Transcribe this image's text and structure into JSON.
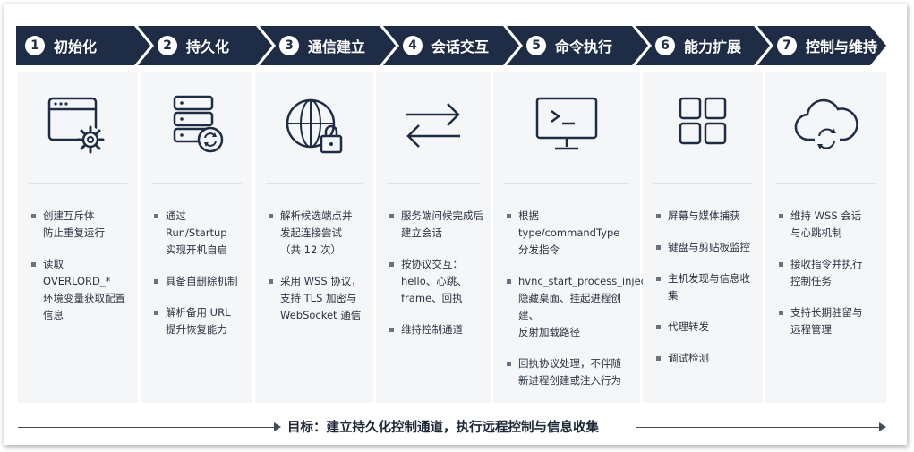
{
  "stages": [
    {
      "num": "1",
      "label": "初始化"
    },
    {
      "num": "2",
      "label": "持久化"
    },
    {
      "num": "3",
      "label": "通信建立"
    },
    {
      "num": "4",
      "label": "会话交互"
    },
    {
      "num": "5",
      "label": "命令执行"
    },
    {
      "num": "6",
      "label": "能力扩展"
    },
    {
      "num": "7",
      "label": "控制与维持"
    }
  ],
  "columns": [
    {
      "icon": "window-gear-icon",
      "bullets": [
        "创建互斥体\n防止重复运行",
        "读取 OVERLORD_*\n环境变量获取配置信息"
      ]
    },
    {
      "icon": "server-refresh-icon",
      "bullets": [
        "通过 Run/Startup\n实现开机自启",
        "具备自删除机制",
        "解析备用 URL\n提升恢复能力"
      ]
    },
    {
      "icon": "globe-lock-icon",
      "bullets": [
        "解析候选端点并\n发起连接尝试\n（共 12 次）",
        "采用 WSS 协议，\n支持 TLS 加密与\nWebSocket 通信"
      ]
    },
    {
      "icon": "exchange-arrows-icon",
      "bullets": [
        "服务端问候完成后\n建立会话",
        "按协议交互：\nhello、心跳、\nframe、回执",
        "维持控制通道"
      ]
    },
    {
      "icon": "terminal-monitor-icon",
      "bullets": [
        "根据 type/commandType\n分发指令",
        "hvnc_start_process_injected:\n隐藏桌面、挂起进程创建、\n反射加载路径",
        "回执协议处理，不伴随\n新进程创建或注入行为"
      ]
    },
    {
      "icon": "grid-modules-icon",
      "bullets": [
        "屏幕与媒体捕获",
        "键盘与剪贴板监控",
        "主机发现与信息收集",
        "代理转发",
        "调试检测"
      ]
    },
    {
      "icon": "cloud-sync-icon",
      "bullets": [
        "维持 WSS 会话\n与心跳机制",
        "接收指令并执行\n控制任务",
        "支持长期驻留与\n远程管理"
      ]
    }
  ],
  "goal": "目标：建立持久化控制通道，执行远程控制与信息收集",
  "colors": {
    "banner": "#1e2d45",
    "column_bg": "#f5f6f8"
  }
}
